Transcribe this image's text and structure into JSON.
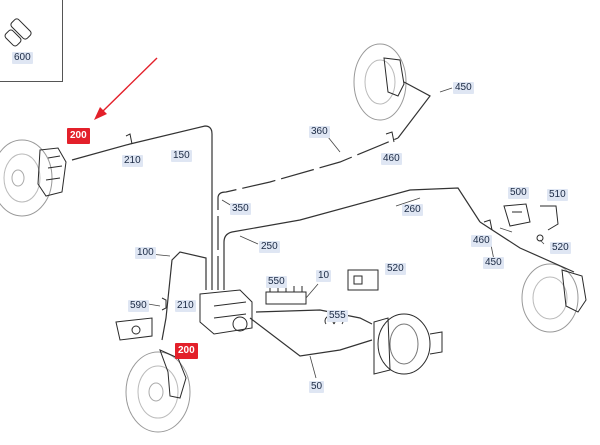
{
  "inset": {
    "label": "600"
  },
  "callouts": {
    "c600": "600",
    "c200a": "200",
    "c200b": "200",
    "c210a": "210",
    "c210b": "210",
    "c150": "150",
    "c360": "360",
    "c450a": "450",
    "c450b": "450",
    "c460a": "460",
    "c460b": "460",
    "c350": "350",
    "c250": "250",
    "c260": "260",
    "c100": "100",
    "c590": "590",
    "c550": "550",
    "c10": "10",
    "c520a": "520",
    "c520b": "520",
    "c500": "500",
    "c510": "510",
    "c555": "555",
    "c50": "50"
  },
  "colors": {
    "highlight_red": "#e3202a",
    "label_bg": "#dfe6f3",
    "line": "#2a2a2a",
    "arrow": "#e3202a"
  }
}
